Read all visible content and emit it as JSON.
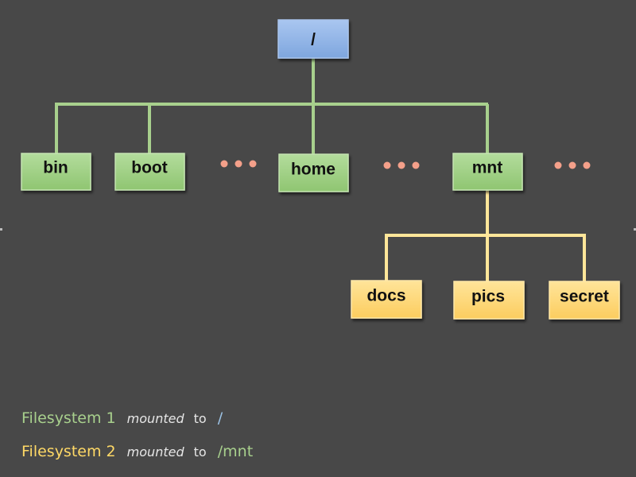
{
  "colors": {
    "background": "#484848",
    "fs1_fill": "#9ccd7f",
    "fs1_stroke": "#a8d08d",
    "fs2_fill": "#fdd77a",
    "fs2_stroke": "#ffe699",
    "root_fill": "#8fb3e6",
    "root_text": "#9dc3e6",
    "dots": "#f4a08a"
  },
  "tree": {
    "root": {
      "label": "/"
    },
    "level1": [
      {
        "label": "bin"
      },
      {
        "label": "boot"
      },
      {
        "label": "home"
      },
      {
        "label": "mnt"
      }
    ],
    "level2": [
      {
        "label": "docs"
      },
      {
        "label": "pics"
      },
      {
        "label": "secret"
      }
    ]
  },
  "legend": [
    {
      "name": "Filesystem 1",
      "mounted": "mounted",
      "to": "to",
      "target": "/",
      "color": "#a8d08d",
      "target_color": "#9dc3e6"
    },
    {
      "name": "Filesystem 2",
      "mounted": "mounted",
      "to": "to",
      "target": "/mnt",
      "color": "#ffd966",
      "target_color": "#a8d08d"
    }
  ]
}
